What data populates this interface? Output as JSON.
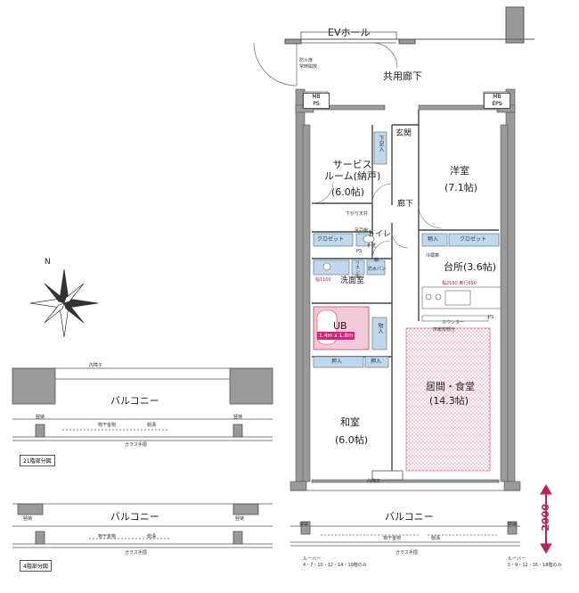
{
  "labels": {
    "ev_hall": "EVホール",
    "common_corridor": "共用廊下",
    "fire_door": "防火扉\n常時開放",
    "mb_ps": "MB\nPS",
    "mb_eps": "MB\nEPS",
    "genkan": "玄関",
    "shoe_rack": "下足入",
    "service_room": "サービス\nルーム(納戸)",
    "service_room_size": "(6.0帖)",
    "western_room": "洋室",
    "western_room_size": "(7.1帖)",
    "rouka": "廊下",
    "sagari_tenjo": "下がり天井",
    "closet": "クロゼット",
    "toilet": "トイレ",
    "tekko": "吊戸棚",
    "tearai": "手洗",
    "ps": "PS",
    "tana": "棚",
    "bousuipan": "防水パン",
    "rinen": "リネン庫",
    "senmen": "洗面室",
    "senmen_width": "幅1100",
    "monoire": "物入",
    "reizoko": "冷蔵庫",
    "kitchen": "台所(3.6帖)",
    "kitchen_dim": "幅2550 奥行650",
    "counter": "カウンター",
    "yuka_danbo": "床暖房部分",
    "ub": "UB",
    "ub_size": "1.4m x 1.8m",
    "oshiire": "押入",
    "living": "居間・食堂",
    "living_size": "(14.3帖)",
    "washitsu": "和室",
    "washitsu_size": "(6.0帖)",
    "uchi_tesuri": "内障子",
    "balcony": "バルコニー",
    "monohoshi": "物干金物",
    "sokko": "側溝",
    "glass_tesuri": "ガラス手摺",
    "louver_left": "ルーバー\n4・7・10・12・14・19階のみ",
    "louver_right": "ルーバー\n5・9・12・16・18階のみ",
    "dim_2000": "2000",
    "partial_21": "21階部分図",
    "partial_4": "4階部分図",
    "north": "N",
    "tategoshi": "竪樋"
  }
}
